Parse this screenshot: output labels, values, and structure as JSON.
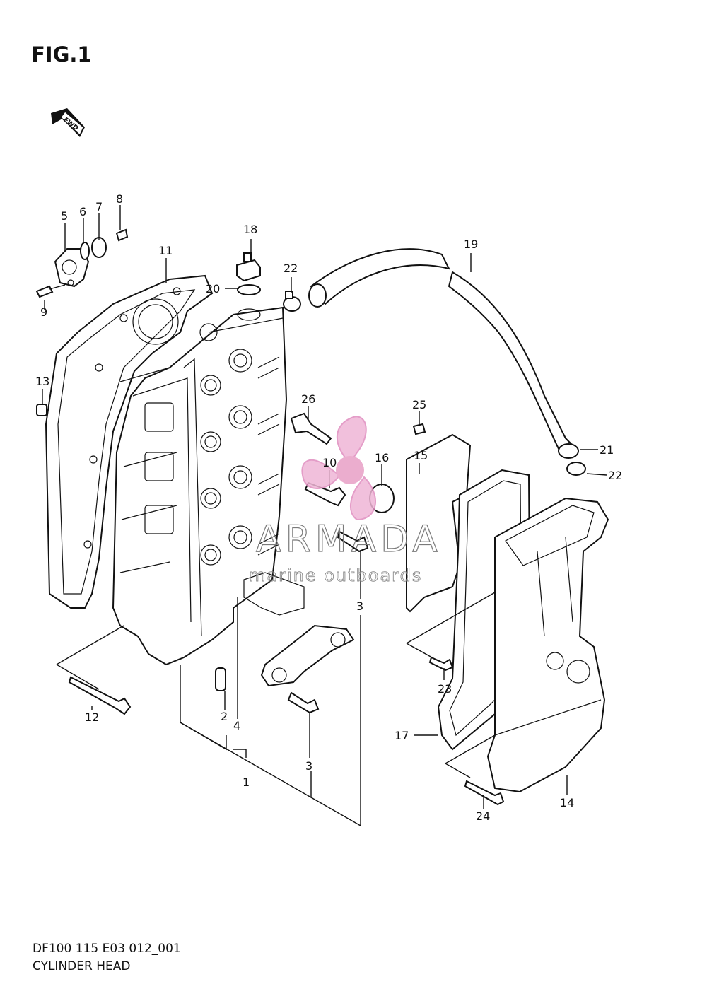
{
  "figure": {
    "title": "FIG.1",
    "fwd_label": "FWD",
    "diagram_code": "DF100 115 E03 012_001",
    "diagram_name": "CYLINDER HEAD"
  },
  "watermark": {
    "name": "ARMADA",
    "tagline": "marine outboards",
    "logo_color": "#e8a0c8"
  },
  "callouts": {
    "c1": "1",
    "c2": "2",
    "c3a": "3",
    "c3b": "3",
    "c4": "4",
    "c5": "5",
    "c6": "6",
    "c7": "7",
    "c8": "8",
    "c9": "9",
    "c10": "10",
    "c11": "11",
    "c12": "12",
    "c13": "13",
    "c14": "14",
    "c15": "15",
    "c16": "16",
    "c17": "17",
    "c18": "18",
    "c19": "19",
    "c20": "20",
    "c21": "21",
    "c22a": "22",
    "c22b": "22",
    "c23": "23",
    "c24": "24",
    "c25": "25",
    "c26": "26"
  }
}
